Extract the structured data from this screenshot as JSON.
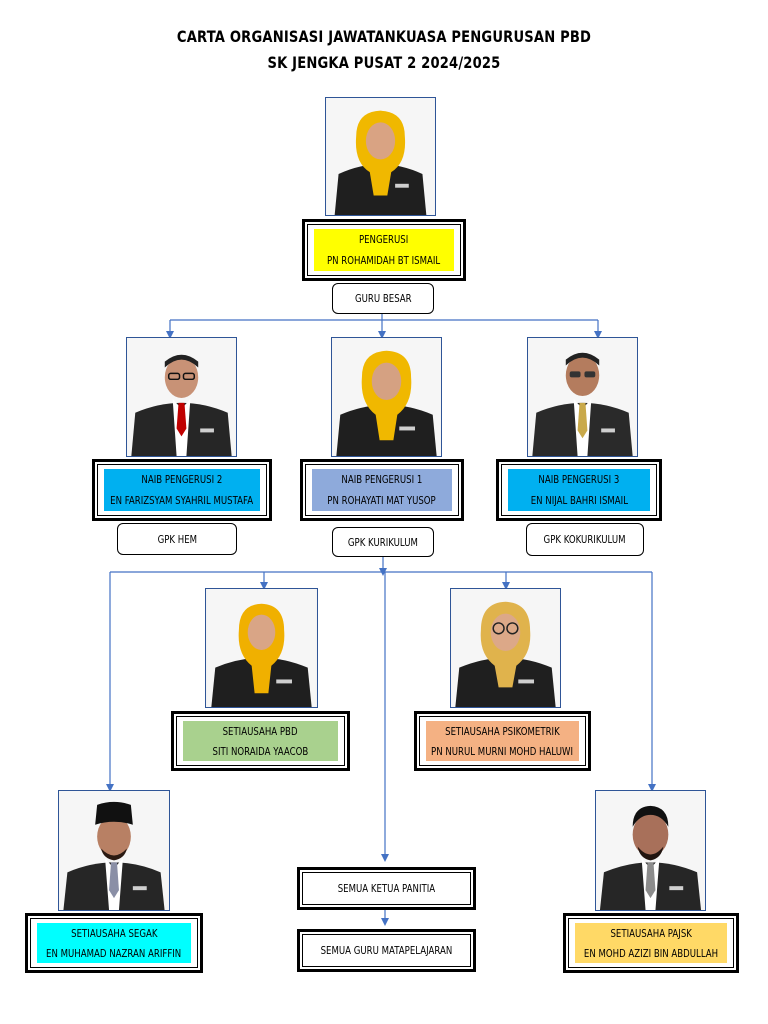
{
  "title": {
    "line1": "CARTA ORGANISASI JAWATANKUASA PENGURUSAN PBD",
    "line2": "SK JENGKA PUSAT 2 2024/2025"
  },
  "colors": {
    "connector": "#4472c4",
    "photo_border": "#2f5597",
    "pengerusi": "#ffff00",
    "naib_2": "#00b0f0",
    "naib_1": "#8eaadb",
    "naib_3": "#00b0f0",
    "setiausaha_pbd": "#a9d18e",
    "setiausaha_psikometrik": "#f4b183",
    "setiausaha_segak": "#00ffff",
    "setiausaha_pajsk": "#ffd966"
  },
  "pengerusi": {
    "role": "PENGERUSI",
    "name": "PN ROHAMIDAH BT ISMAIL",
    "position": "GURU BESAR",
    "photo_icon": "woman-hijab-yellow-portrait"
  },
  "naib_2": {
    "role": "NAIB PENGERUSI 2",
    "name": "EN FARIZSYAM SYAHRIL MUSTAFA",
    "position": "GPK HEM",
    "photo_icon": "man-red-tie-portrait"
  },
  "naib_1": {
    "role": "NAIB PENGERUSI 1",
    "name": "PN ROHAYATI MAT YUSOP",
    "position": "GPK KURIKULUM",
    "photo_icon": "woman-hijab-yellow-portrait"
  },
  "naib_3": {
    "role": "NAIB PENGERUSI 3",
    "name": "EN NIJAL BAHRI ISMAIL",
    "position": "GPK KOKURIKULUM",
    "photo_icon": "man-gold-tie-portrait"
  },
  "setiausaha_pbd": {
    "role": "SETIAUSAHA PBD",
    "name": "SITI NORAIDA YAACOB",
    "photo_icon": "woman-hijab-yellow-portrait"
  },
  "setiausaha_psikometrik": {
    "role": "SETIAUSAHA PSIKOMETRIK",
    "name": "PN NURUL MURNI MOHD HALUWI",
    "photo_icon": "woman-hijab-glasses-portrait"
  },
  "setiausaha_segak": {
    "role": "SETIAUSAHA SEGAK",
    "name": "EN MUHAMAD NAZRAN ARIFFIN",
    "photo_icon": "man-songkok-portrait"
  },
  "setiausaha_pajsk": {
    "role": "SETIAUSAHA PAJSK",
    "name": "EN MOHD AZIZI BIN ABDULLAH",
    "photo_icon": "man-portrait"
  },
  "panitia": {
    "ketua": "SEMUA KETUA PANITIA",
    "guru": "SEMUA GURU MATAPELAJARAN"
  }
}
